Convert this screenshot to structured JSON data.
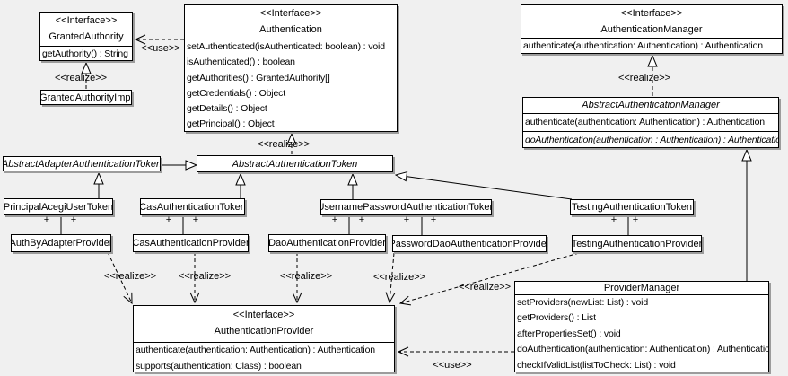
{
  "diagram": {
    "background_color": "#f0f0f0",
    "box_fill_color": "#ffffff",
    "line_color": "#000000",
    "shadow_color": "#9c9c9c"
  },
  "labels": {
    "use": "<<use>>",
    "realize": "<<realize>>",
    "plus": "+",
    "interface_stereotype": "<<Interface>>"
  },
  "classes": {
    "granted_authority": {
      "stereotype": "<<Interface>>",
      "name": "GrantedAuthority",
      "methods": [
        "getAuthority() : String"
      ]
    },
    "granted_authority_impl": {
      "name": "GrantedAuthorityImpl"
    },
    "authentication": {
      "stereotype": "<<Interface>>",
      "name": "Authentication",
      "methods": [
        "setAuthenticated(isAuthenticated: boolean) : void",
        "isAuthenticated() : boolean",
        "getAuthorities() : GrantedAuthority[]",
        "getCredentials() : Object",
        "getDetails() : Object",
        "getPrincipal() : Object"
      ]
    },
    "authentication_manager": {
      "stereotype": "<<Interface>>",
      "name": "AuthenticationManager",
      "methods": [
        "authenticate(authentication: Authentication) : Authentication"
      ]
    },
    "abstract_authentication_manager": {
      "name": "AbstractAuthenticationManager",
      "methods": [
        "authenticate(authentication: Authentication) : Authentication",
        "doAuthentication(authentication : Authentication) : Authentication"
      ]
    },
    "abstract_adapter_authentication_token": {
      "name": "AbstractAdapterAuthenticationToken"
    },
    "abstract_authentication_token": {
      "name": "AbstractAuthenticationToken"
    },
    "principal_acegi_user_token": {
      "name": "PrincipalAcegiUserToken"
    },
    "cas_authentication_token": {
      "name": "CasAuthenticationToken"
    },
    "username_password_authentication_token": {
      "name": "UsernamePasswordAuthenticationToken"
    },
    "testing_authentication_token": {
      "name": "TestingAuthenticationToken"
    },
    "auth_by_adapter_provider": {
      "name": "AuthByAdapterProvider"
    },
    "cas_authentication_provider": {
      "name": "CasAuthenticationProvider"
    },
    "dao_authentication_provider": {
      "name": "DaoAuthenticationProvider"
    },
    "password_dao_authentication_provider": {
      "name": "PasswordDaoAuthenticationProvider"
    },
    "testing_authentication_provider": {
      "name": "TestingAuthenticationProvider"
    },
    "authentication_provider": {
      "stereotype": "<<Interface>>",
      "name": "AuthenticationProvider",
      "methods": [
        "authenticate(authentication: Authentication) : Authentication",
        "supports(authentication: Class) : boolean"
      ]
    },
    "provider_manager": {
      "name": "ProviderManager",
      "methods": [
        "setProviders(newList: List) : void",
        "getProviders() : List",
        "afterPropertiesSet() : void",
        "doAuthentication(authentication: Authentication) : Authentication",
        "checkIfValidList(listToCheck: List) : void"
      ]
    }
  },
  "relationships": [
    {
      "from": "Authentication",
      "to": "GrantedAuthority",
      "type": "use"
    },
    {
      "from": "GrantedAuthorityImpl",
      "to": "GrantedAuthority",
      "type": "realize"
    },
    {
      "from": "AbstractAuthenticationToken",
      "to": "Authentication",
      "type": "realize"
    },
    {
      "from": "AbstractAuthenticationManager",
      "to": "AuthenticationManager",
      "type": "realize"
    },
    {
      "from": "AbstractAdapterAuthenticationToken",
      "to": "AbstractAuthenticationToken",
      "type": "generalization"
    },
    {
      "from": "PrincipalAcegiUserToken",
      "to": "AbstractAdapterAuthenticationToken",
      "type": "generalization"
    },
    {
      "from": "CasAuthenticationToken",
      "to": "AbstractAuthenticationToken",
      "type": "generalization"
    },
    {
      "from": "UsernamePasswordAuthenticationToken",
      "to": "AbstractAuthenticationToken",
      "type": "generalization"
    },
    {
      "from": "TestingAuthenticationToken",
      "to": "AbstractAuthenticationToken",
      "type": "generalization"
    },
    {
      "from": "ProviderManager",
      "to": "AbstractAuthenticationManager",
      "type": "generalization"
    },
    {
      "from": "PrincipalAcegiUserToken",
      "to": "AuthByAdapterProvider",
      "type": "association"
    },
    {
      "from": "CasAuthenticationToken",
      "to": "CasAuthenticationProvider",
      "type": "association"
    },
    {
      "from": "UsernamePasswordAuthenticationToken",
      "to": "DaoAuthenticationProvider",
      "type": "association"
    },
    {
      "from": "UsernamePasswordAuthenticationToken",
      "to": "PasswordDaoAuthenticationProvider",
      "type": "association"
    },
    {
      "from": "TestingAuthenticationToken",
      "to": "TestingAuthenticationProvider",
      "type": "association"
    },
    {
      "from": "AuthByAdapterProvider",
      "to": "AuthenticationProvider",
      "type": "realize"
    },
    {
      "from": "CasAuthenticationProvider",
      "to": "AuthenticationProvider",
      "type": "realize"
    },
    {
      "from": "DaoAuthenticationProvider",
      "to": "AuthenticationProvider",
      "type": "realize"
    },
    {
      "from": "PasswordDaoAuthenticationProvider",
      "to": "AuthenticationProvider",
      "type": "realize"
    },
    {
      "from": "TestingAuthenticationProvider",
      "to": "AuthenticationProvider",
      "type": "realize"
    },
    {
      "from": "ProviderManager",
      "to": "AuthenticationProvider",
      "type": "use"
    }
  ]
}
